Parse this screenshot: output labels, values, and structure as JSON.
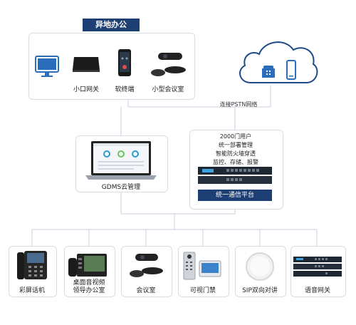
{
  "remote_office": {
    "title": "异地办公",
    "items": [
      {
        "id": "monitor",
        "label": "",
        "icon": "monitor-icon"
      },
      {
        "id": "gateway",
        "label": "小口网关",
        "icon": "gateway-device-icon"
      },
      {
        "id": "soft",
        "label": "软终端",
        "icon": "smartphone-icon"
      },
      {
        "id": "meeting",
        "label": "小型会议室",
        "icon": "conference-camera-icon"
      }
    ]
  },
  "cloud": {
    "link_label": "连接PSTN网络",
    "icons": [
      "desk-phone-icon",
      "mobile-phone-icon"
    ],
    "accent": "#1e4a8a"
  },
  "gdms": {
    "label": "GDMS云管理"
  },
  "ucm": {
    "features": [
      "2000门用户",
      "统一部署管理",
      "智能防火墙穿透",
      "监控、存储、报警"
    ],
    "platform_label": "统一通信平台"
  },
  "endpoints": [
    {
      "label": "彩屏话机",
      "icon": "ip-phone-icon"
    },
    {
      "label": "桌面音视频\n领导办公室",
      "icon": "video-phone-icon"
    },
    {
      "label": "会议室",
      "icon": "conference-camera-icon"
    },
    {
      "label": "可视门禁",
      "icon": "door-intercom-icon"
    },
    {
      "label": "SIP双向对讲",
      "icon": "sip-speaker-icon"
    },
    {
      "label": "语音网关",
      "icon": "voice-gateway-icon"
    }
  ],
  "colors": {
    "title_bg": "#1e3f73",
    "line": "#c9d2dc",
    "blue": "#2a6ebb"
  }
}
